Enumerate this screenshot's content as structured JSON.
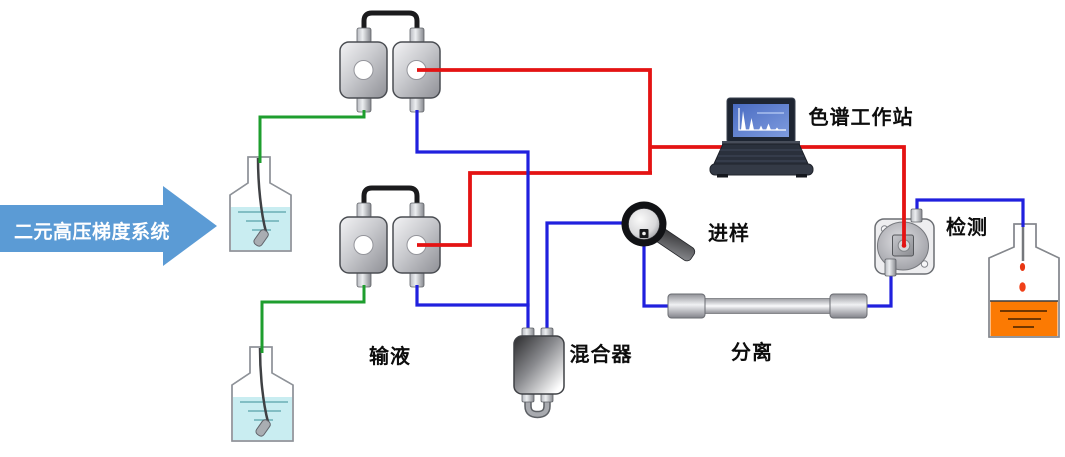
{
  "diagram": {
    "system_arrow": {
      "label": "二元高压梯度系统",
      "color": "#5B9BD5",
      "text_color": "#FFFFFF"
    },
    "stages": {
      "pumps": {
        "label": "输液"
      },
      "mixer": {
        "label": "混合器"
      },
      "injector": {
        "label": "进样"
      },
      "column": {
        "label": "分离"
      },
      "detector": {
        "label": "检测"
      },
      "workstation": {
        "label": "色谱工作站"
      }
    },
    "tubing": {
      "solvent_line_color": "#1E9E2E",
      "flow_line_color": "#2020DE",
      "signal_line_color": "#E41313",
      "pump_bridge_color": "#1B1B1B"
    },
    "liquids": {
      "solvent_color": "#C9EDF1",
      "waste_color": "#FB7A03"
    },
    "icons": {
      "reservoir_a": "solvent-bottle-icon",
      "reservoir_b": "solvent-bottle-icon",
      "pump_a": "dual-piston-pump-icon",
      "pump_b": "dual-piston-pump-icon",
      "mixer": "mixer-icon",
      "injector": "injection-valve-icon",
      "column": "separation-column-icon",
      "detector": "detector-icon",
      "workstation": "laptop-icon",
      "waste": "waste-bottle-icon"
    }
  }
}
